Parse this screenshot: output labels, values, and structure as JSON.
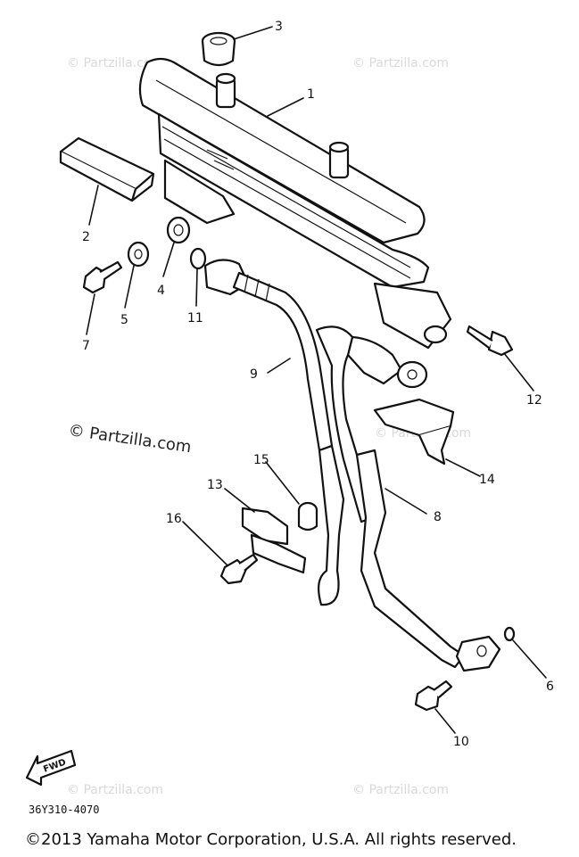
{
  "parts": [
    {
      "number": "1"
    },
    {
      "number": "2"
    },
    {
      "number": "3"
    },
    {
      "number": "4"
    },
    {
      "number": "5"
    },
    {
      "number": "6"
    },
    {
      "number": "7"
    },
    {
      "number": "8"
    },
    {
      "number": "9"
    },
    {
      "number": "10"
    },
    {
      "number": "11"
    },
    {
      "number": "12"
    },
    {
      "number": "13"
    },
    {
      "number": "14"
    },
    {
      "number": "15"
    },
    {
      "number": "16"
    }
  ],
  "watermark": {
    "main": "© Partzilla.com",
    "faint": "© Partzilla.com"
  },
  "fwd_label": "FWD",
  "diagram_code": "36Y310-4070",
  "copyright": "©2013  Yamaha Motor Corporation, U.S.A. All rights reserved."
}
